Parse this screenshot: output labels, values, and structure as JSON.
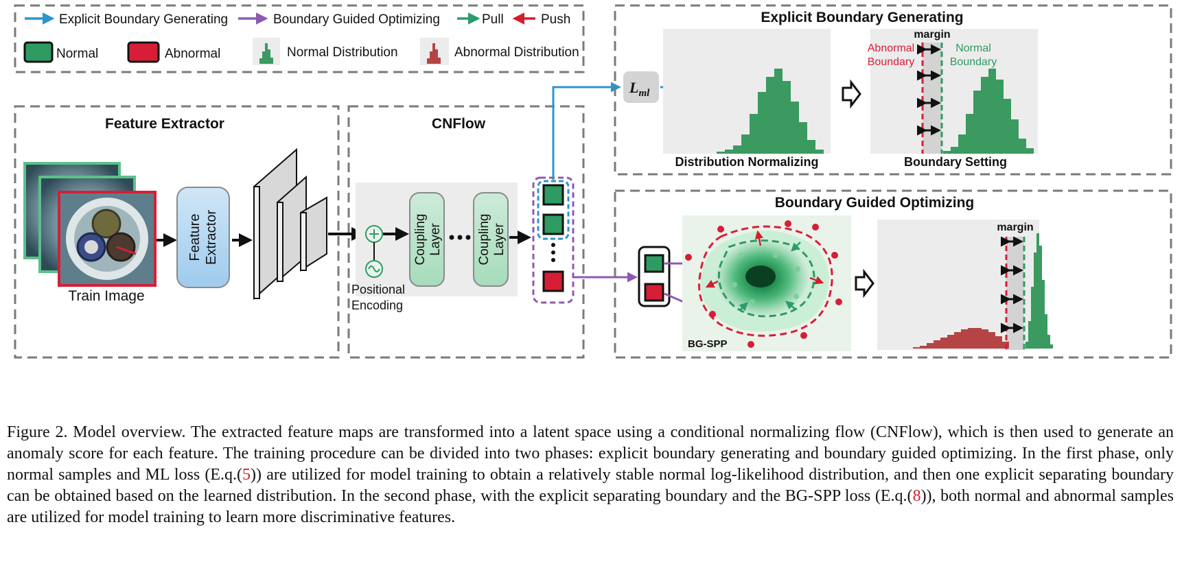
{
  "legend": {
    "arrows": [
      {
        "label": "Explicit Boundary Generating",
        "color": "#2b95cf"
      },
      {
        "label": "Boundary Guided Optimizing",
        "color": "#8e59b0"
      },
      {
        "label": "Pull",
        "color": "#2a9d6a"
      },
      {
        "label": "Push",
        "color": "#d11f2e"
      }
    ],
    "boxes": [
      {
        "label": "Normal",
        "color": "#2e9b62"
      },
      {
        "label": "Abnormal",
        "color": "#d71e36"
      }
    ],
    "distributions": [
      {
        "label": "Normal Distribution",
        "color": "#3a9a60"
      },
      {
        "label": "Abnormal Distribution",
        "color": "#b54545"
      }
    ]
  },
  "panels": {
    "feature_extractor": {
      "title": "Feature Extractor",
      "image_label": "Train Image",
      "block_label_1": "Feature",
      "block_label_2": "Extractor"
    },
    "cnflow": {
      "title": "CNFlow",
      "coupling_1a": "Coupling",
      "coupling_1b": "Layer",
      "coupling_2a": "Coupling",
      "coupling_2b": "Layer",
      "pos_1": "Positional",
      "pos_2": "Encoding"
    },
    "ebg": {
      "title": "Explicit Boundary Generating",
      "loss_main": "L",
      "loss_sub": "ml",
      "sub_left": "Distribution Normalizing",
      "sub_right": "Boundary Setting",
      "margin": "margin",
      "abnormal_boundary_1": "Abnormal",
      "abnormal_boundary_2": "Boundary",
      "normal_boundary_1": "Normal",
      "normal_boundary_2": "Boundary"
    },
    "bgo": {
      "title": "Boundary Guided Optimizing",
      "bgspp": "BG-SPP",
      "margin": "margin"
    }
  },
  "colors": {
    "blue": "#2b95cf",
    "purple": "#8e59b0",
    "green": "#2e9b62",
    "red": "#d71e36",
    "dash": "#7a7a7a"
  },
  "caption": {
    "part1": "Figure 2. Model overview. The extracted feature maps are transformed into a latent space using a conditional normalizing flow (CNFlow), which is then used to generate an anomaly score for each feature. The training procedure can be divided into two phases: explicit boundary generating and boundary guided optimizing. In the first phase, only normal samples and ML loss (E.q.(",
    "ref1": "5",
    "part2": ")) are utilized for model training to obtain a relatively stable normal log-likelihood distribution, and then one explicit separating boundary can be obtained based on the learned distribution. In the second phase, with the explicit separating boundary and the BG-SPP loss (E.q.(",
    "ref2": "8",
    "part3": ")), both normal and abnormal samples are utilized for model training to learn more discriminative features."
  }
}
